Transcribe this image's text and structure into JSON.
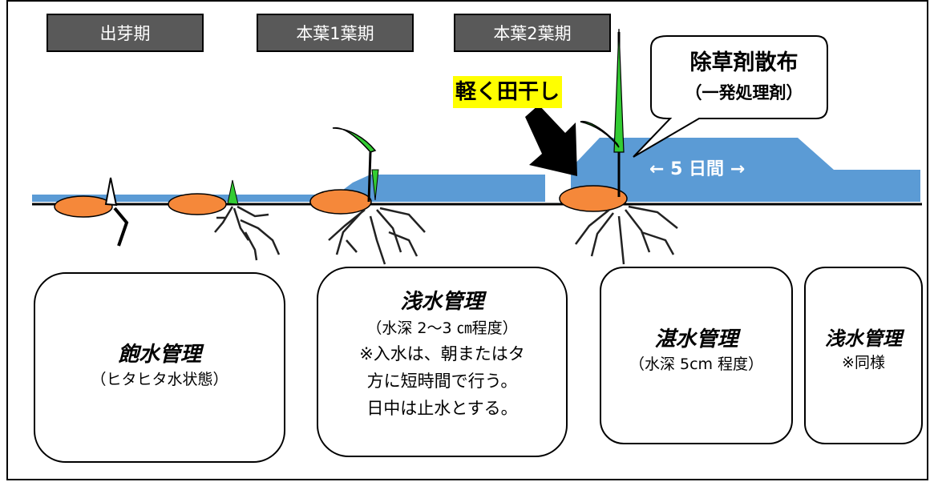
{
  "stages": {
    "germination": "出芽期",
    "leaf1": "本葉1葉期",
    "leaf2": "本葉2葉期"
  },
  "drain_label": "軽く田干し",
  "herbicide": {
    "title": "除草剤散布",
    "subtitle": "（一発処理剤）"
  },
  "duration_label": "← 5 日間 →",
  "panels": {
    "saturated": {
      "title": "飽水管理",
      "note": "（ヒタヒタ水状態）"
    },
    "shallow": {
      "title": "浅水管理",
      "depth": "（水深 2～3 ㎝程度）",
      "line1": "※入水は、朝またはタ",
      "line2": "方に短時間で行う。",
      "line3": "日中は止水とする。"
    },
    "deep": {
      "title": "湛水管理",
      "depth": "（水深 5cm 程度）"
    },
    "shallow2": {
      "title": "浅水管理",
      "note": "※同様"
    }
  },
  "colors": {
    "water": "#5b9bd5",
    "seed": "#f5883a",
    "leaf": "#33cc33",
    "stage_tab": "#595959",
    "highlight": "#ffff00"
  }
}
